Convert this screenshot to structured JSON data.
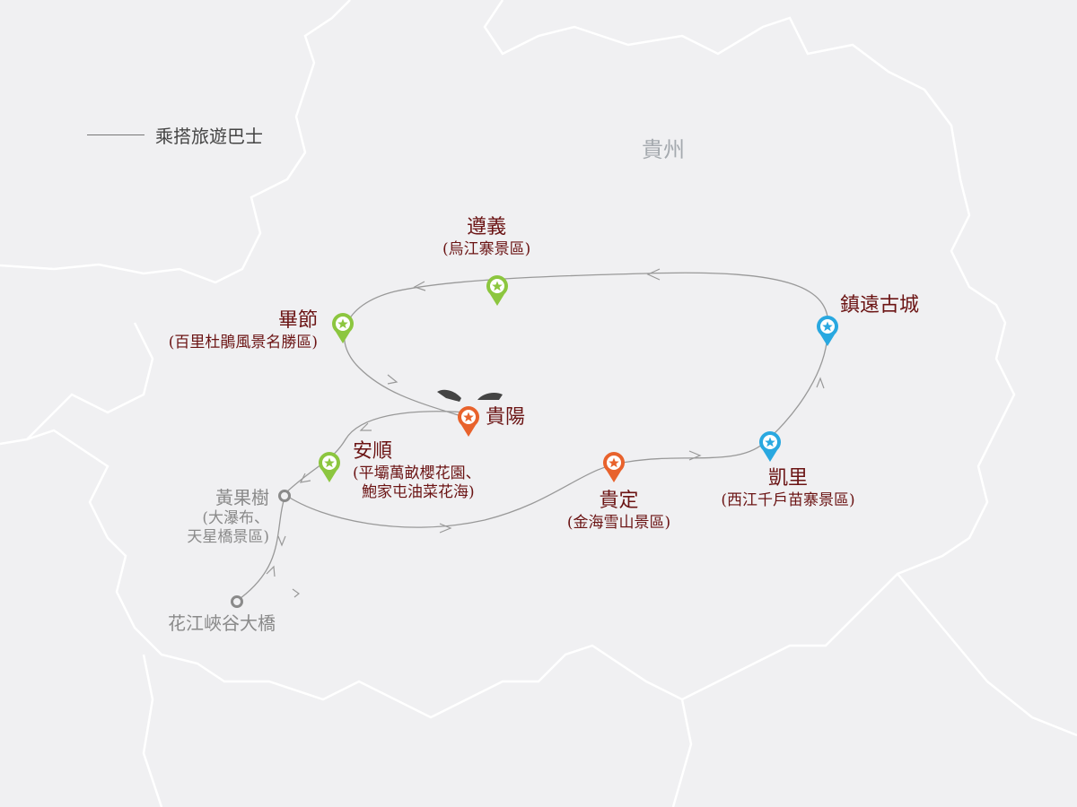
{
  "legend": {
    "label": "乘搭旅遊巴士"
  },
  "province": "貴州",
  "colors": {
    "green": "#8cc63f",
    "orange": "#e8622c",
    "blue": "#29a8e0",
    "label": "#6b1414",
    "route": "#999999"
  },
  "places": {
    "zunyi": {
      "name": "遵義",
      "sub": "(烏江寨景區)",
      "color": "green"
    },
    "bijie": {
      "name": "畢節",
      "sub": "(百里杜鵑風景名勝區)",
      "color": "green"
    },
    "zhenyuan": {
      "name": "鎮遠古城",
      "color": "blue"
    },
    "guiyang": {
      "name": "貴陽",
      "color": "orange"
    },
    "anshun": {
      "name": "安順",
      "sub1": "(平壩萬畝櫻花園、",
      "sub2": "鮑家屯油菜花海)",
      "color": "green"
    },
    "guiding": {
      "name": "貴定",
      "sub": "(金海雪山景區)",
      "color": "orange"
    },
    "kaili": {
      "name": "凱里",
      "sub": "(西江千戶苗寨景區)",
      "color": "blue"
    },
    "huangguoshu": {
      "name": "黃果樹",
      "sub1": "(大瀑布、",
      "sub2": "天星橋景區)"
    },
    "huajiang": {
      "name": "花江峽谷大橋"
    }
  }
}
